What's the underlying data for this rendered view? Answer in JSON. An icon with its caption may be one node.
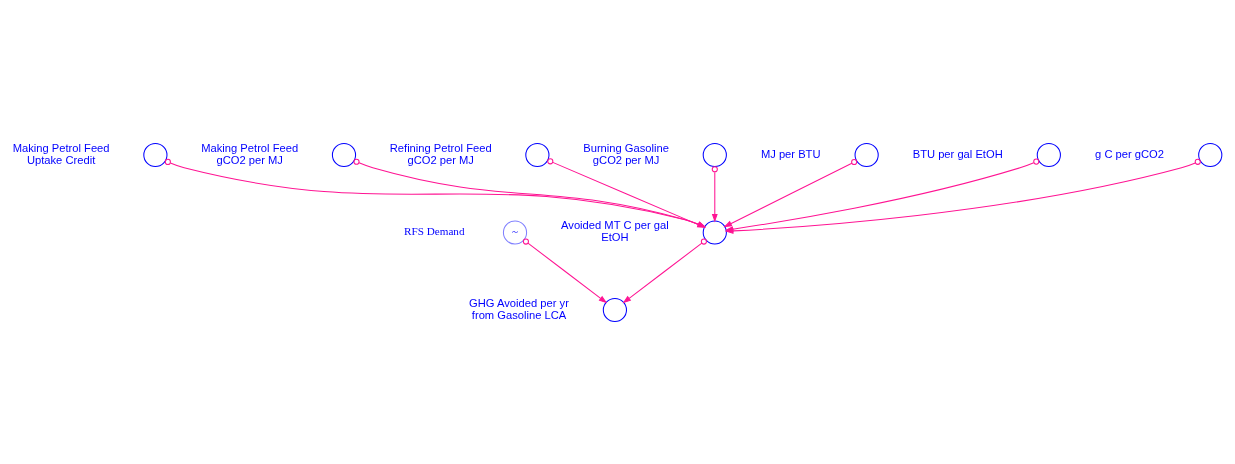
{
  "diagram": {
    "nodes": [
      {
        "text": [],
        "shape": "circle",
        "beside": [
          "g C per gCO2"
        ]
      },
      {
        "text": [],
        "shape": "circle",
        "beside": [
          "Making Petrol Feed Uptake Credit"
        ]
      },
      {
        "text": [],
        "shape": "circle",
        "beside": [
          "Making Petrol Feed gCO2 per MJ"
        ]
      },
      {
        "text": [],
        "shape": "circle",
        "beside": [
          "Refining Petrol Feed gCO2 per MJ"
        ]
      },
      {
        "text": [],
        "shape": "circle",
        "beside": [
          "Burning Gasoline gCO2 per MJ"
        ]
      },
      {
        "text": [],
        "shape": "circle",
        "beside": [
          "Avoided MT C per gal EtOH"
        ]
      },
      {
        "text": [
          "~"
        ],
        "beside": [
          "RFS Demand"
        ]
      },
      {
        "text": [],
        "shape": "circle",
        "beside": [
          "MJ per BTU"
        ]
      },
      {
        "text": [],
        "shape": "circle",
        "beside": [
          "BTU per gal EtOH"
        ]
      },
      {
        "text": [],
        "shape": "circle",
        "beside": [
          "GHG Avoided per yr from Gasoline LCA"
        ]
      }
    ],
    "edges": [
      {
        "from": 0,
        "to": 5,
        "arrow": "to"
      },
      {
        "from": 1,
        "to": 5,
        "arrow": "to"
      },
      {
        "from": 2,
        "to": 5,
        "arrow": "to"
      },
      {
        "from": 3,
        "to": 5,
        "arrow": "to"
      },
      {
        "from": 4,
        "to": 5,
        "arrow": "to"
      },
      {
        "from": 7,
        "to": 5,
        "arrow": "to"
      },
      {
        "from": 8,
        "to": 5,
        "arrow": "to"
      },
      {
        "from": 5,
        "to": 9,
        "arrow": "to"
      },
      {
        "from": 6,
        "to": 9,
        "arrow": "to"
      }
    ]
  }
}
